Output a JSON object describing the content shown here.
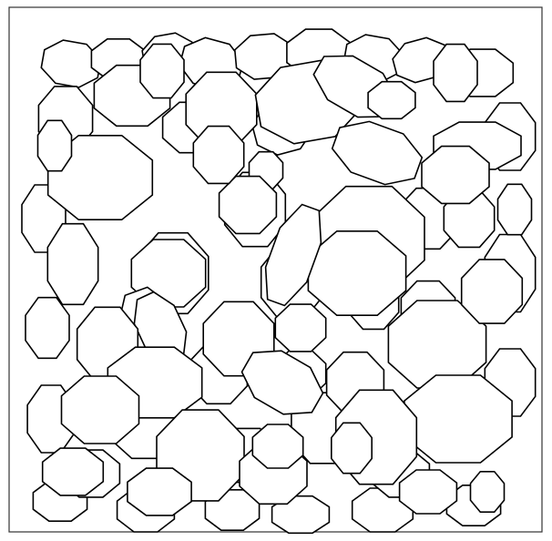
{
  "figure": {
    "description_free": true,
    "shape": "octagon",
    "colors": {
      "stroke": "#000000",
      "fill": "#ffffff",
      "frame": "#333333"
    },
    "particles": [
      {
        "c": [
          78,
          70
        ],
        "r": [
          34,
          26
        ],
        "a": 10
      },
      {
        "c": [
          130,
          65
        ],
        "r": [
          32,
          24
        ],
        "a": 0
      },
      {
        "c": [
          185,
          60
        ],
        "r": [
          30,
          24
        ],
        "a": -10
      },
      {
        "c": [
          232,
          70
        ],
        "r": [
          36,
          28
        ],
        "a": 15
      },
      {
        "c": [
          290,
          62
        ],
        "r": [
          34,
          26
        ],
        "a": -5
      },
      {
        "c": [
          350,
          58
        ],
        "r": [
          38,
          28
        ],
        "a": 0
      },
      {
        "c": [
          410,
          64
        ],
        "r": [
          34,
          26
        ],
        "a": 10
      },
      {
        "c": [
          462,
          66
        ],
        "r": [
          32,
          24
        ],
        "a": -15
      },
      {
        "c": [
          530,
          80
        ],
        "r": [
          36,
          28
        ],
        "a": 0
      },
      {
        "c": [
          560,
          150
        ],
        "r": [
          30,
          40
        ],
        "a": 0
      },
      {
        "c": [
          72,
          130
        ],
        "r": [
          32,
          38
        ],
        "a": 0
      },
      {
        "c": [
          48,
          240
        ],
        "r": [
          26,
          40
        ],
        "a": 0
      },
      {
        "c": [
          52,
          360
        ],
        "r": [
          26,
          36
        ],
        "a": 0
      },
      {
        "c": [
          56,
          460
        ],
        "r": [
          28,
          40
        ],
        "a": 0
      },
      {
        "c": [
          66,
          550
        ],
        "r": [
          32,
          24
        ],
        "a": 0
      },
      {
        "c": [
          160,
          560
        ],
        "r": [
          34,
          26
        ],
        "a": 0
      },
      {
        "c": [
          255,
          560
        ],
        "r": [
          32,
          24
        ],
        "a": 0
      },
      {
        "c": [
          330,
          565
        ],
        "r": [
          34,
          22
        ],
        "a": 0
      },
      {
        "c": [
          420,
          560
        ],
        "r": [
          36,
          26
        ],
        "a": 0
      },
      {
        "c": [
          520,
          555
        ],
        "r": [
          32,
          24
        ],
        "a": 0
      },
      {
        "c": [
          560,
          300
        ],
        "r": [
          30,
          46
        ],
        "a": 0
      },
      {
        "c": [
          560,
          420
        ],
        "r": [
          30,
          40
        ],
        "a": 0
      },
      {
        "c": [
          210,
          140
        ],
        "r": [
          34,
          30
        ],
        "a": 0
      },
      {
        "c": [
          310,
          140
        ],
        "r": [
          34,
          30
        ],
        "a": -15
      },
      {
        "c": [
          280,
          230
        ],
        "r": [
          36,
          44
        ],
        "a": 0
      },
      {
        "c": [
          190,
          300
        ],
        "r": [
          42,
          48
        ],
        "a": 0
      },
      {
        "c": [
          320,
          310
        ],
        "r": [
          36,
          44
        ],
        "a": 0
      },
      {
        "c": [
          160,
          470
        ],
        "r": [
          40,
          36
        ],
        "a": 0
      },
      {
        "c": [
          270,
          500
        ],
        "r": [
          40,
          32
        ],
        "a": 0
      },
      {
        "c": [
          355,
          470
        ],
        "r": [
          38,
          42
        ],
        "a": 0
      },
      {
        "c": [
          470,
          240
        ],
        "r": [
          34,
          36
        ],
        "a": 0
      },
      {
        "c": [
          470,
          340
        ],
        "r": [
          32,
          34
        ],
        "a": 0
      },
      {
        "c": [
          515,
          240
        ],
        "r": [
          30,
          34
        ],
        "a": 0
      },
      {
        "c": [
          240,
          410
        ],
        "r": [
          34,
          36
        ],
        "a": 0
      },
      {
        "c": [
          330,
          410
        ],
        "r": [
          30,
          28
        ],
        "a": 0
      },
      {
        "c": [
          410,
          330
        ],
        "r": [
          30,
          34
        ],
        "a": 0
      },
      {
        "c": [
          390,
          420
        ],
        "r": [
          34,
          36
        ],
        "a": 0
      },
      {
        "c": [
          100,
          520
        ],
        "r": [
          34,
          28
        ],
        "a": 0
      },
      {
        "c": [
          440,
          520
        ],
        "r": [
          34,
          28
        ],
        "a": 0
      },
      {
        "c": [
          145,
          105
        ],
        "r": [
          45,
          36
        ],
        "a": 0
      },
      {
        "c": [
          178,
          78
        ],
        "r": [
          26,
          32
        ],
        "a": 0
      },
      {
        "c": [
          243,
          120
        ],
        "r": [
          42,
          44
        ],
        "a": 0
      },
      {
        "c": [
          338,
          112
        ],
        "r": [
          60,
          46
        ],
        "a": -10
      },
      {
        "c": [
          390,
          95
        ],
        "r": [
          50,
          30
        ],
        "a": 30
      },
      {
        "c": [
          500,
          80
        ],
        "r": [
          26,
          34
        ],
        "a": 0
      },
      {
        "c": [
          414,
          168
        ],
        "r": [
          52,
          32
        ],
        "a": 20
      },
      {
        "c": [
          524,
          160
        ],
        "r": [
          52,
          28
        ],
        "a": 0
      },
      {
        "c": [
          500,
          192
        ],
        "r": [
          40,
          34
        ],
        "a": 0
      },
      {
        "c": [
          110,
          195
        ],
        "r": [
          62,
          50
        ],
        "a": 0
      },
      {
        "c": [
          292,
          187
        ],
        "r": [
          20,
          22
        ],
        "a": 0
      },
      {
        "c": [
          272,
          225
        ],
        "r": [
          34,
          34
        ],
        "a": 0
      },
      {
        "c": [
          405,
          262
        ],
        "r": [
          66,
          62
        ],
        "a": 0
      },
      {
        "c": [
          392,
          300
        ],
        "r": [
          58,
          50
        ],
        "a": 0
      },
      {
        "c": [
          322,
          280
        ],
        "r": [
          26,
          60
        ],
        "a": 20
      },
      {
        "c": [
          80,
          290
        ],
        "r": [
          30,
          48
        ],
        "a": 0
      },
      {
        "c": [
          185,
          300
        ],
        "r": [
          44,
          40
        ],
        "a": 0
      },
      {
        "c": [
          166,
          365
        ],
        "r": [
          34,
          52
        ],
        "a": -20
      },
      {
        "c": [
          176,
          360
        ],
        "r": [
          26,
          42
        ],
        "a": -25
      },
      {
        "c": [
          118,
          378
        ],
        "r": [
          36,
          44
        ],
        "a": 0
      },
      {
        "c": [
          262,
          372
        ],
        "r": [
          42,
          44
        ],
        "a": 0
      },
      {
        "c": [
          310,
          420
        ],
        "r": [
          48,
          32
        ],
        "a": 30
      },
      {
        "c": [
          480,
          378
        ],
        "r": [
          58,
          52
        ],
        "a": 0
      },
      {
        "c": [
          503,
          460
        ],
        "r": [
          64,
          52
        ],
        "a": 0
      },
      {
        "c": [
          170,
          420
        ],
        "r": [
          56,
          42
        ],
        "a": 0
      },
      {
        "c": [
          220,
          500
        ],
        "r": [
          52,
          54
        ],
        "a": 0
      },
      {
        "c": [
          413,
          480
        ],
        "r": [
          48,
          56
        ],
        "a": 0
      },
      {
        "c": [
          386,
          492
        ],
        "r": [
          24,
          30
        ],
        "a": 0
      },
      {
        "c": [
          300,
          520
        ],
        "r": [
          40,
          36
        ],
        "a": 0
      },
      {
        "c": [
          80,
          518
        ],
        "r": [
          36,
          28
        ],
        "a": 0
      },
      {
        "c": [
          110,
          450
        ],
        "r": [
          46,
          40
        ],
        "a": 0
      },
      {
        "c": [
          330,
          360
        ],
        "r": [
          30,
          28
        ],
        "a": 0
      },
      {
        "c": [
          540,
          320
        ],
        "r": [
          36,
          38
        ],
        "a": 0
      },
      {
        "c": [
          535,
          540
        ],
        "r": [
          20,
          24
        ],
        "a": 0
      },
      {
        "c": [
          470,
          540
        ],
        "r": [
          34,
          26
        ],
        "a": 0
      },
      {
        "c": [
          175,
          540
        ],
        "r": [
          38,
          28
        ],
        "a": 0
      },
      {
        "c": [
          240,
          170
        ],
        "r": [
          30,
          34
        ],
        "a": 0
      },
      {
        "c": [
          565,
          230
        ],
        "r": [
          20,
          30
        ],
        "a": 0
      },
      {
        "c": [
          60,
          160
        ],
        "r": [
          20,
          30
        ],
        "a": 0
      },
      {
        "c": [
          430,
          110
        ],
        "r": [
          28,
          22
        ],
        "a": 0
      },
      {
        "c": [
          305,
          490
        ],
        "r": [
          30,
          26
        ],
        "a": 0
      }
    ]
  }
}
